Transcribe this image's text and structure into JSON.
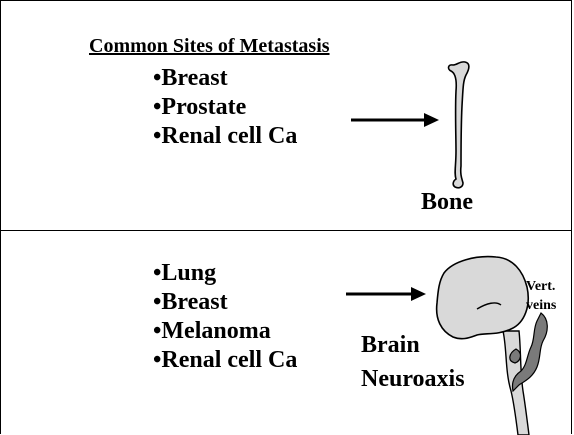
{
  "top_panel": {
    "heading": "Common Sites of Metastasis",
    "items": [
      "•Breast",
      "•Prostate",
      "•Renal cell Ca"
    ],
    "target_label": "Bone"
  },
  "bottom_panel": {
    "items": [
      "•Lung",
      "•Breast",
      "•Melanoma",
      "•Renal cell Ca"
    ],
    "target_label_line1": "Brain",
    "target_label_line2": "Neuroaxis",
    "veins_label_line1": "Vert.",
    "veins_label_line2": "veins"
  },
  "colors": {
    "organ_fill": "#d9d9d9",
    "veins_fill": "#7a7a7a",
    "line": "#000000"
  }
}
